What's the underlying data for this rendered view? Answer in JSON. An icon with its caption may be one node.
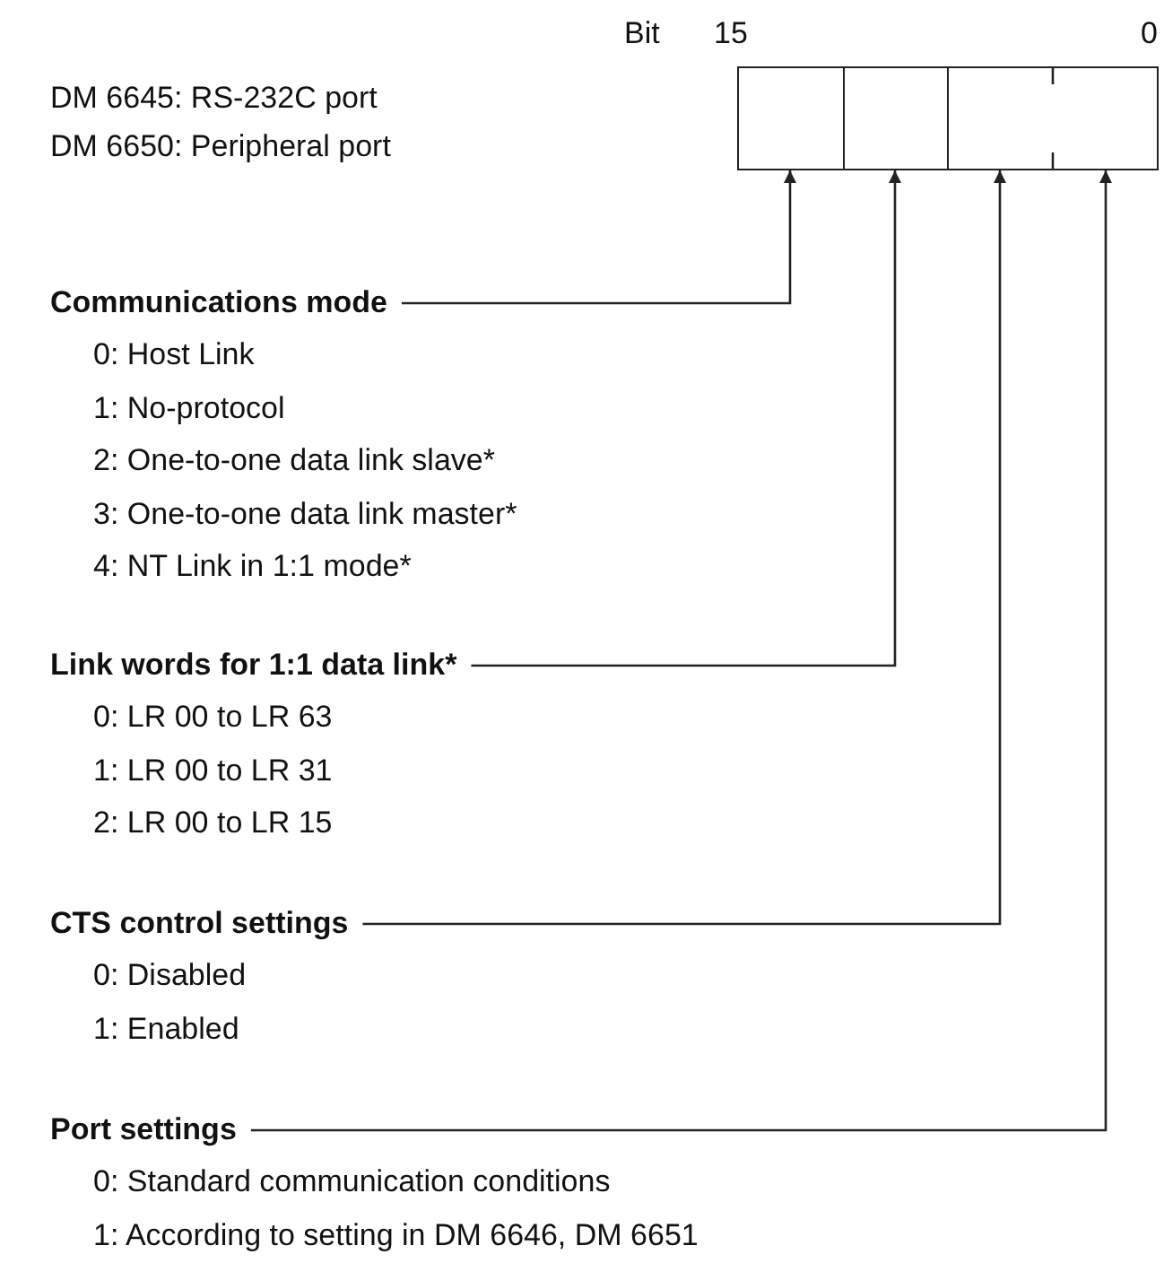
{
  "diagram": {
    "nodes": [
      {
        "text": [],
        "shape": "box"
      },
      {
        "text": [],
        "shape": "box"
      },
      {
        "text": [],
        "shape": "box"
      },
      {
        "text": [],
        "shape": "box"
      },
      {
        "text": [
          "Communications mode"
        ],
        "beside": [
          "0: Host Link",
          "1: No-protocol",
          "2: One-to-one data link slave*",
          "3: One-to-one data link master*",
          "4: NT Link in 1:1 mode*"
        ]
      },
      {
        "text": [
          "Link words for 1:1 data link*"
        ],
        "beside": [
          "0: LR 00 to LR 63",
          "1: LR 00 to LR 31",
          "2: LR 00 to LR 15"
        ]
      },
      {
        "text": [
          "CTS control settings"
        ],
        "beside": [
          "0: Disabled",
          "1: Enabled"
        ]
      },
      {
        "text": [
          "Port settings"
        ],
        "beside": [
          "0: Standard communication conditions",
          "1: According to setting in DM 6646, DM 6651"
        ]
      }
    ],
    "edges": [
      {
        "from": 4,
        "to": 0,
        "arrow": "to"
      },
      {
        "from": 5,
        "to": 1,
        "arrow": "to"
      },
      {
        "from": 6,
        "to": 2,
        "arrow": "to"
      },
      {
        "from": 7,
        "to": 3,
        "arrow": "to"
      }
    ],
    "labels": [
      "Bit",
      "15",
      "0",
      "DM 6645: RS-232C port",
      "DM 6650: Peripheral port"
    ]
  }
}
